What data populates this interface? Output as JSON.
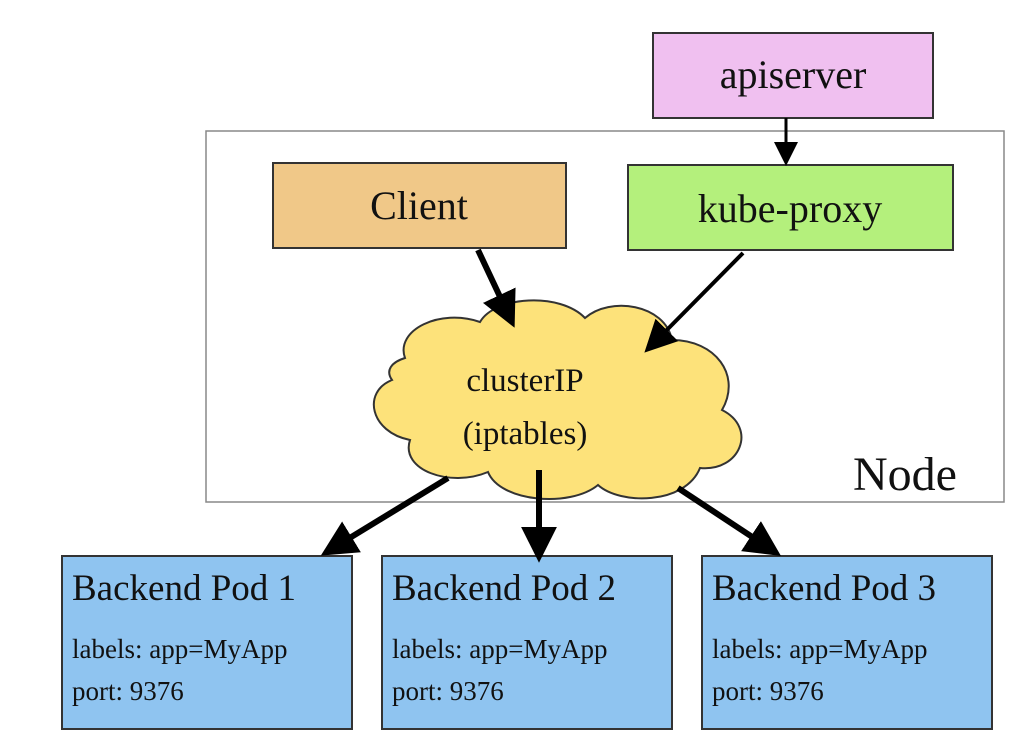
{
  "apiserver": {
    "label": "apiserver",
    "color": "#f0c0f0"
  },
  "node": {
    "label": "Node"
  },
  "client": {
    "label": "Client",
    "color": "#f0c888"
  },
  "kube_proxy": {
    "label": "kube-proxy",
    "color": "#b4f07c"
  },
  "cluster_ip": {
    "line1": "clusterIP",
    "line2": "(iptables)",
    "color": "#fde27a"
  },
  "pods": [
    {
      "title": "Backend Pod 1",
      "labels": "labels: app=MyApp",
      "port": "port: 9376",
      "color": "#8fc4f0"
    },
    {
      "title": "Backend Pod 2",
      "labels": "labels: app=MyApp",
      "port": "port: 9376",
      "color": "#8fc4f0"
    },
    {
      "title": "Backend Pod 3",
      "labels": "labels: app=MyApp",
      "port": "port: 9376",
      "color": "#8fc4f0"
    }
  ]
}
